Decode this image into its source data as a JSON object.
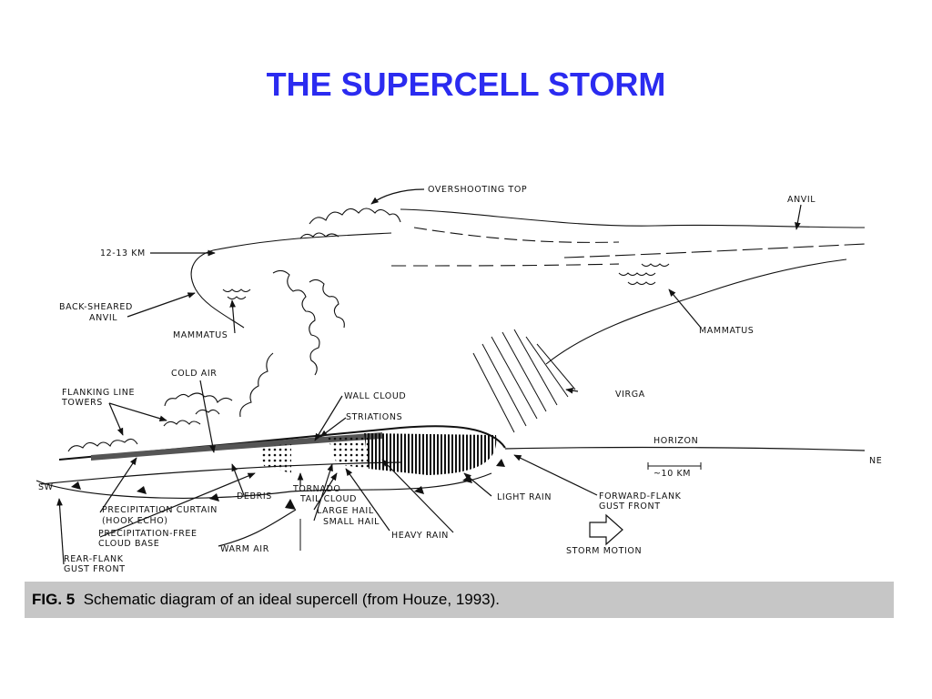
{
  "title": "THE SUPERCELL STORM",
  "caption": {
    "fig": "FIG. 5",
    "text": "Schematic diagram of an ideal supercell (from Houze, 1993)."
  },
  "labels": {
    "overshooting_top": "OVERSHOOTING TOP",
    "anvil": "ANVIL",
    "height": "12-13 KM",
    "back_sheared_1": "BACK-SHEARED",
    "back_sheared_2": "ANVIL",
    "mammatus_left": "MAMMATUS",
    "mammatus_right": "MAMMATUS",
    "cold_air": "COLD AIR",
    "flanking_1": "FLANKING LINE",
    "flanking_2": "TOWERS",
    "wall_cloud": "WALL CLOUD",
    "striations": "STRIATIONS",
    "virga": "VIRGA",
    "horizon": "HORIZON",
    "ne": "NE",
    "sw": "SW",
    "scale": "~10 KM",
    "debris": "DEBRIS",
    "tornado": "TORNADO",
    "tail_cloud": "TAIL CLOUD",
    "large_hail": "LARGE HAIL",
    "small_hail": "SMALL HAIL",
    "heavy_rain": "HEAVY RAIN",
    "light_rain": "LIGHT RAIN",
    "forward_flank_1": "FORWARD-FLANK",
    "forward_flank_2": "GUST FRONT",
    "precip_curtain_1": "PRECIPITATION CURTAIN",
    "precip_curtain_2": "(HOOK ECHO)",
    "precip_free_1": "PRECIPITATION-FREE",
    "precip_free_2": "CLOUD BASE",
    "rear_flank_1": "REAR-FLANK",
    "rear_flank_2": "GUST FRONT",
    "warm_air": "WARM AIR",
    "storm_motion": "STORM MOTION"
  }
}
